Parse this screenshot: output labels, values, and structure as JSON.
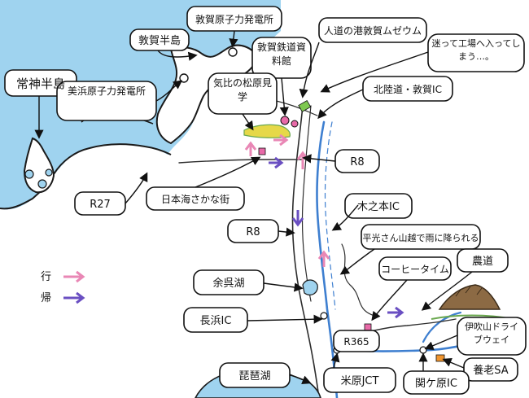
{
  "map": {
    "places": {
      "tsuruga_port": "敦賀半島",
      "tsuruga_nuclear": "敦賀原子力発電所",
      "mihama_nuclear": "美浜原子力発電所",
      "jogami_peninsula": "常神半島",
      "tsuruga_station": "敦賀鉄道資料館",
      "human_museum": "人道の港敦賀ムゼウム",
      "matsubara": "気比の松原見学",
      "lost_note": "迷って工場へ入ってしまう…。",
      "hokuriku_tsuruga_ic": "北陸道・敦賀IC",
      "r8_north": "R8",
      "r27": "R27",
      "nihonkai_street": "日本海さかな街",
      "kinomoto_ic": "木之本IC",
      "r8_mid": "R8",
      "rain_note": "平光さん山越で雨に降られる",
      "coffee_time": "コーヒータイム",
      "farm_road": "農道",
      "yogo_lake": "余呉湖",
      "nagahama_ic": "長浜IC",
      "r365": "R365",
      "ibukiyama": "伊吹山ドライブウェイ",
      "yoro_sa": "養老SA",
      "biwa_lake": "琵琶湖",
      "maibara_jct": "米原JCT",
      "sekigahara_ic": "関ケ原IC"
    },
    "legend": {
      "go_label": "行",
      "return_label": "帰",
      "go_color": "#e987b5",
      "return_color": "#6a4fc2"
    },
    "colors": {
      "sea": "#9fd3ef",
      "coast": "#1a1a1a",
      "road": "#2d2d2d",
      "expressway": "#3e7fd0",
      "lake": "#9fd3ef",
      "mountain": "#8c6a44",
      "forest": "#6aa84f",
      "highlight": "#e6d848",
      "point": "#e86aa8"
    }
  }
}
